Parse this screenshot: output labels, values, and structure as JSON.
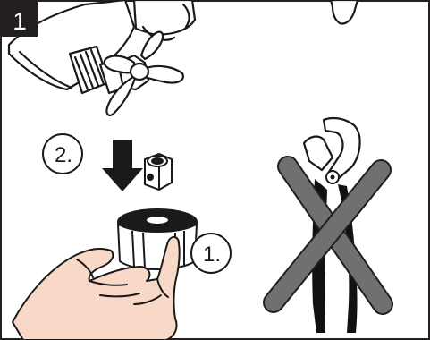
{
  "step_number": "1",
  "callout_1": "1.",
  "callout_2": "2.",
  "colors": {
    "badge_bg": "#231f20",
    "badge_text": "#ffffff",
    "outline": "#1a1a1a",
    "prohibit_cross": "#707070",
    "pliers_handle": "#111111",
    "skin": "#f8d9c8",
    "frame": "#231f20"
  },
  "icons": {
    "faucet": "cross-handle-faucet-icon",
    "arrow": "down-arrow-icon",
    "nut": "hex-nut-icon",
    "ring": "slotted-ring-icon",
    "hand": "hand-icon",
    "pliers": "pliers-icon",
    "cross": "prohibited-x-icon"
  }
}
